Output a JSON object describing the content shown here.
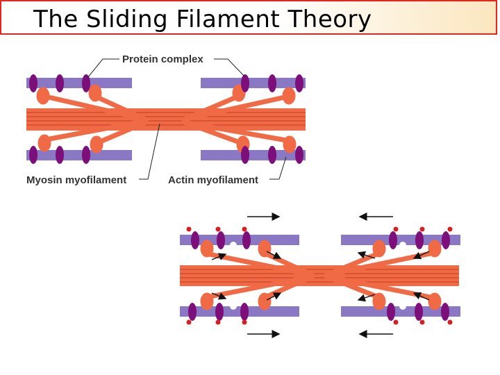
{
  "slide": {
    "title": "The Sliding Filament Theory"
  },
  "diagram": {
    "labels": {
      "protein_complex": "Protein complex",
      "myosin": "Myosin myofilament",
      "actin": "Actin myofilament"
    },
    "colors": {
      "actin": "#8a78c4",
      "myosin": "#f06a45",
      "protein": "#7d0f7a",
      "atp": "#d81e1e",
      "border": "#e8241c"
    }
  }
}
